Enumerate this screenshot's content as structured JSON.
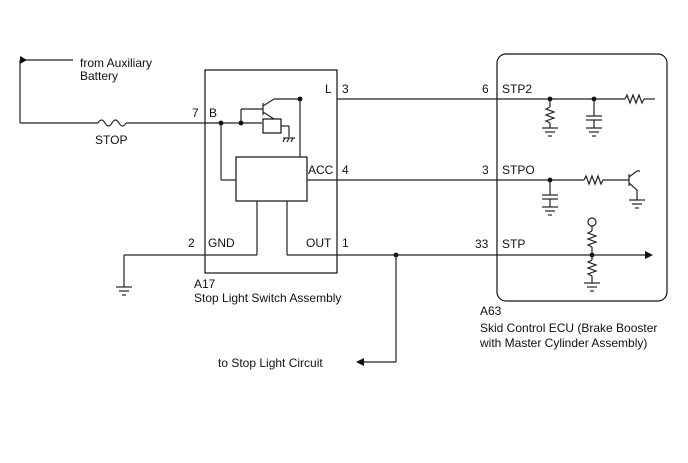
{
  "source": {
    "label_line1": "from Auxiliary",
    "label_line2": "Battery"
  },
  "fuse": {
    "label": "STOP"
  },
  "switch_assembly": {
    "code": "A17",
    "name": "Stop Light Switch Assembly",
    "pins": {
      "b": {
        "number": "7",
        "label": "B"
      },
      "gnd": {
        "number": "2",
        "label": "GND"
      },
      "l": {
        "number": "3",
        "label": "L"
      },
      "acc": {
        "number": "4",
        "label": "ACC"
      },
      "out": {
        "number": "1",
        "label": "OUT"
      }
    }
  },
  "ecu": {
    "code": "A63",
    "name_line1": "Skid Control ECU (Brake Booster",
    "name_line2": "with Master Cylinder Assembly)",
    "pins": {
      "stp2": {
        "number": "6",
        "label": "STP2"
      },
      "stpo": {
        "number": "3",
        "label": "STPO"
      },
      "stp": {
        "number": "33",
        "label": "STP"
      }
    }
  },
  "output": {
    "label": "to Stop Light Circuit"
  }
}
